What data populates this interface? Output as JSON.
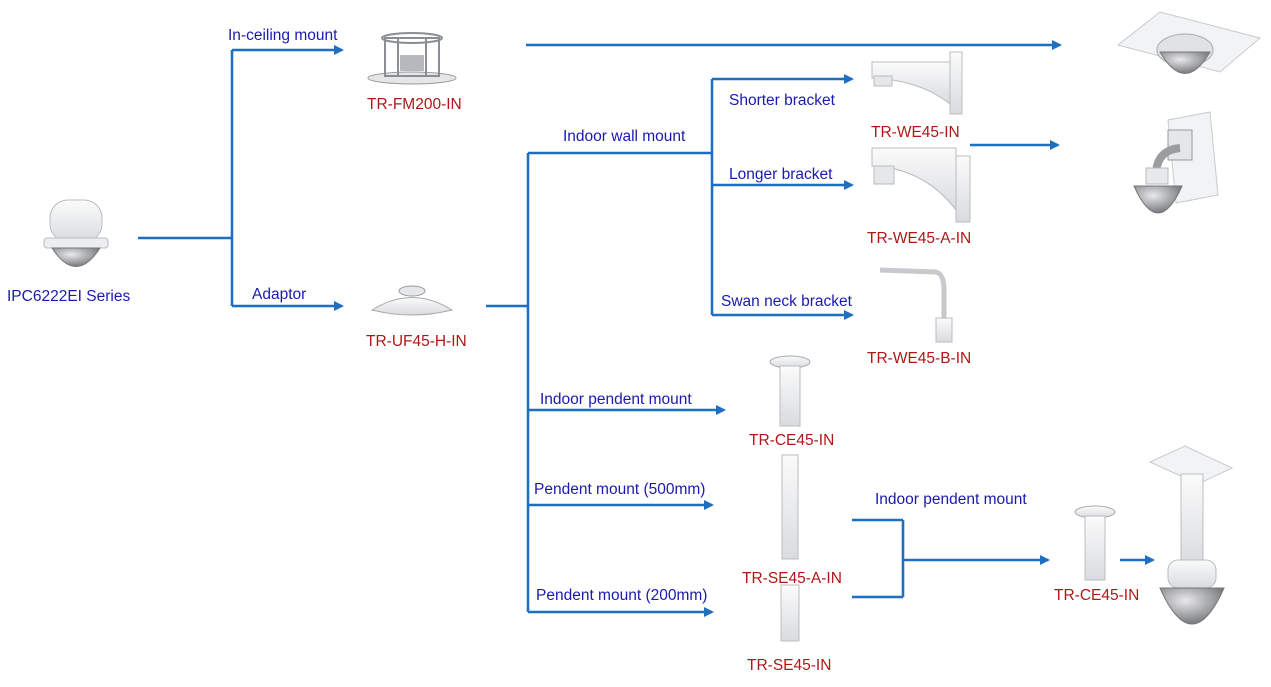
{
  "source_device": {
    "label": "IPC6222EI Series"
  },
  "branches": {
    "in_ceiling": "In-ceiling mount",
    "adaptor": "Adaptor",
    "indoor_wall": "Indoor wall mount",
    "shorter": "Shorter bracket",
    "longer": "Longer bracket",
    "swan": "Swan neck bracket",
    "indoor_pendent": "Indoor pendent  mount",
    "pendent_500": "Pendent  mount (500mm)",
    "pendent_200": "Pendent  mount (200mm)",
    "indoor_pendent_2": "Indoor pendent  mount"
  },
  "parts": {
    "fm200": "TR-FM200-IN",
    "uf45": "TR-UF45-H-IN",
    "we45": "TR-WE45-IN",
    "we45a": "TR-WE45-A-IN",
    "we45b": "TR-WE45-B-IN",
    "ce45": "TR-CE45-IN",
    "se45a": "TR-SE45-A-IN",
    "se45": "TR-SE45-IN",
    "ce45_2": "TR-CE45-IN"
  },
  "colors": {
    "line": "#1f6fc0",
    "branch_text": "#1a1ab0",
    "part_text": "#b01818"
  }
}
